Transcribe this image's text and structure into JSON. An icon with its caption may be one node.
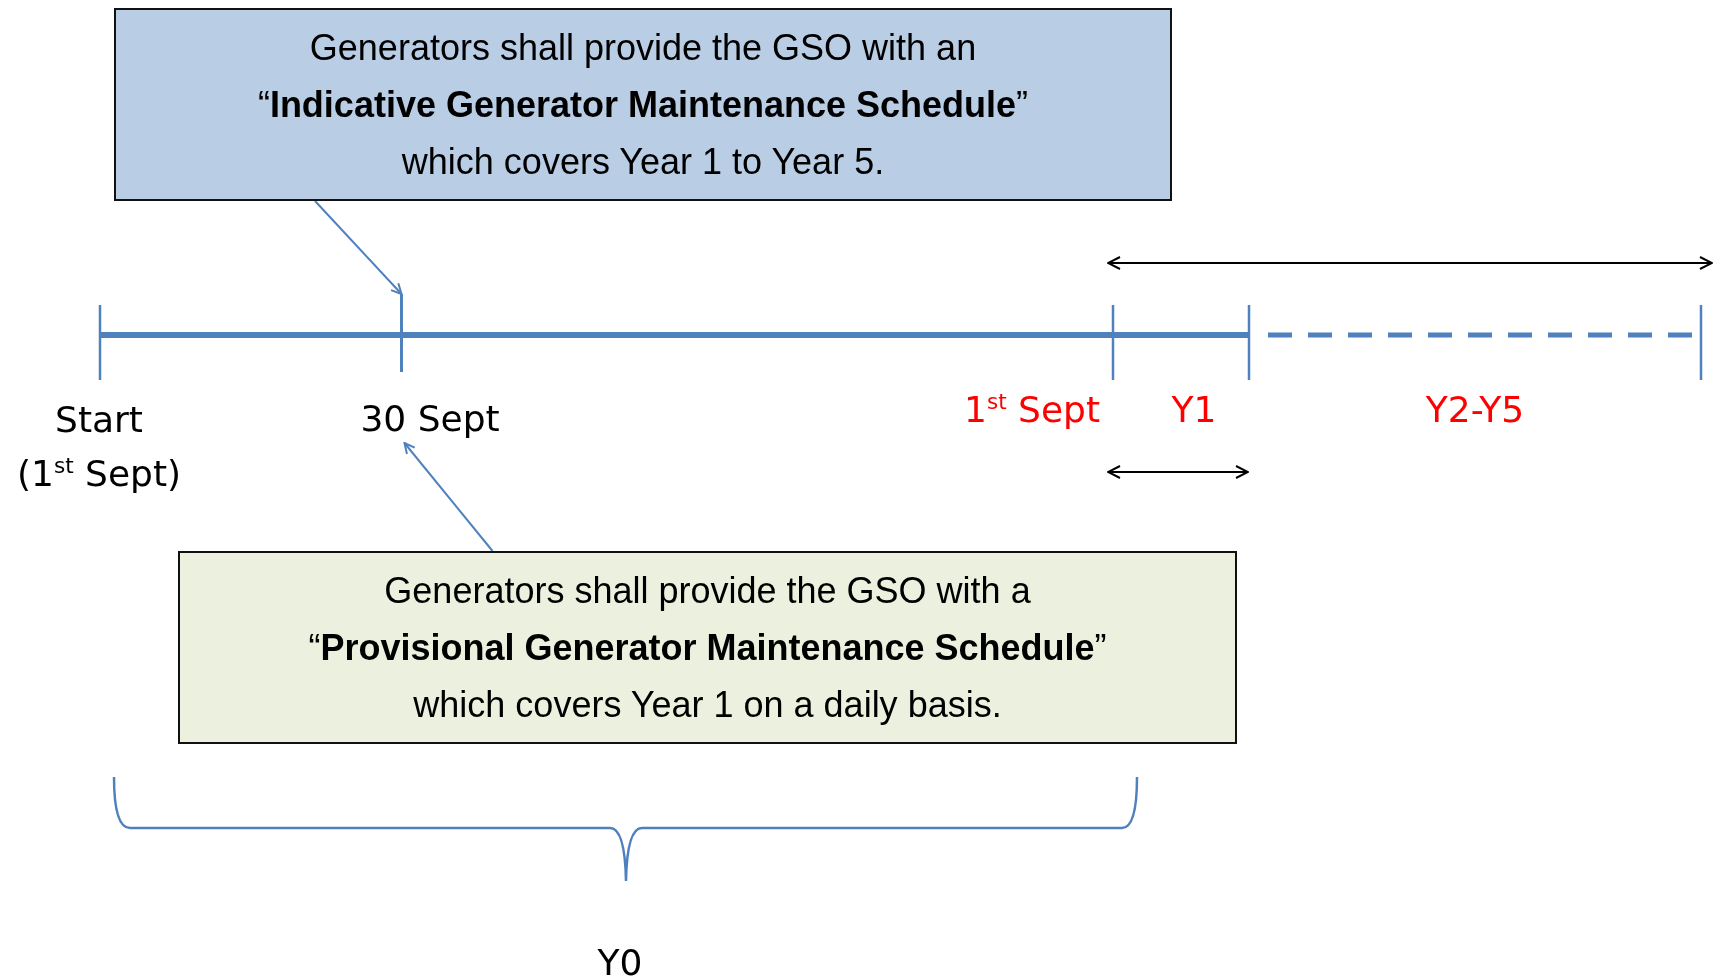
{
  "diagram": {
    "nodes": [
      {
        "text": [
          "Generators shall provide the GSO with an “**Indicative Generator Maintenance Schedule**” which covers Year 1 to Year 5."
        ]
      },
      {
        "text": [
          "Generators shall provide the GSO with a “**Provisional Generator Maintenance Schedule**” which covers Year 1 on a daily basis."
        ]
      },
      {
        "text": [],
        "shape": "bar"
      },
      {
        "text": [
          "30 Sept"
        ]
      }
    ],
    "edges": [
      {
        "from": 0,
        "to": 2,
        "arrow": "to"
      },
      {
        "from": 1,
        "to": 3,
        "arrow": "to"
      }
    ],
    "labels": [
      "Start",
      "(1$^{st}$ Sept)",
      "1$^{st}$ Sept",
      "Y1",
      "Y2-Y5",
      "Y0"
    ]
  }
}
